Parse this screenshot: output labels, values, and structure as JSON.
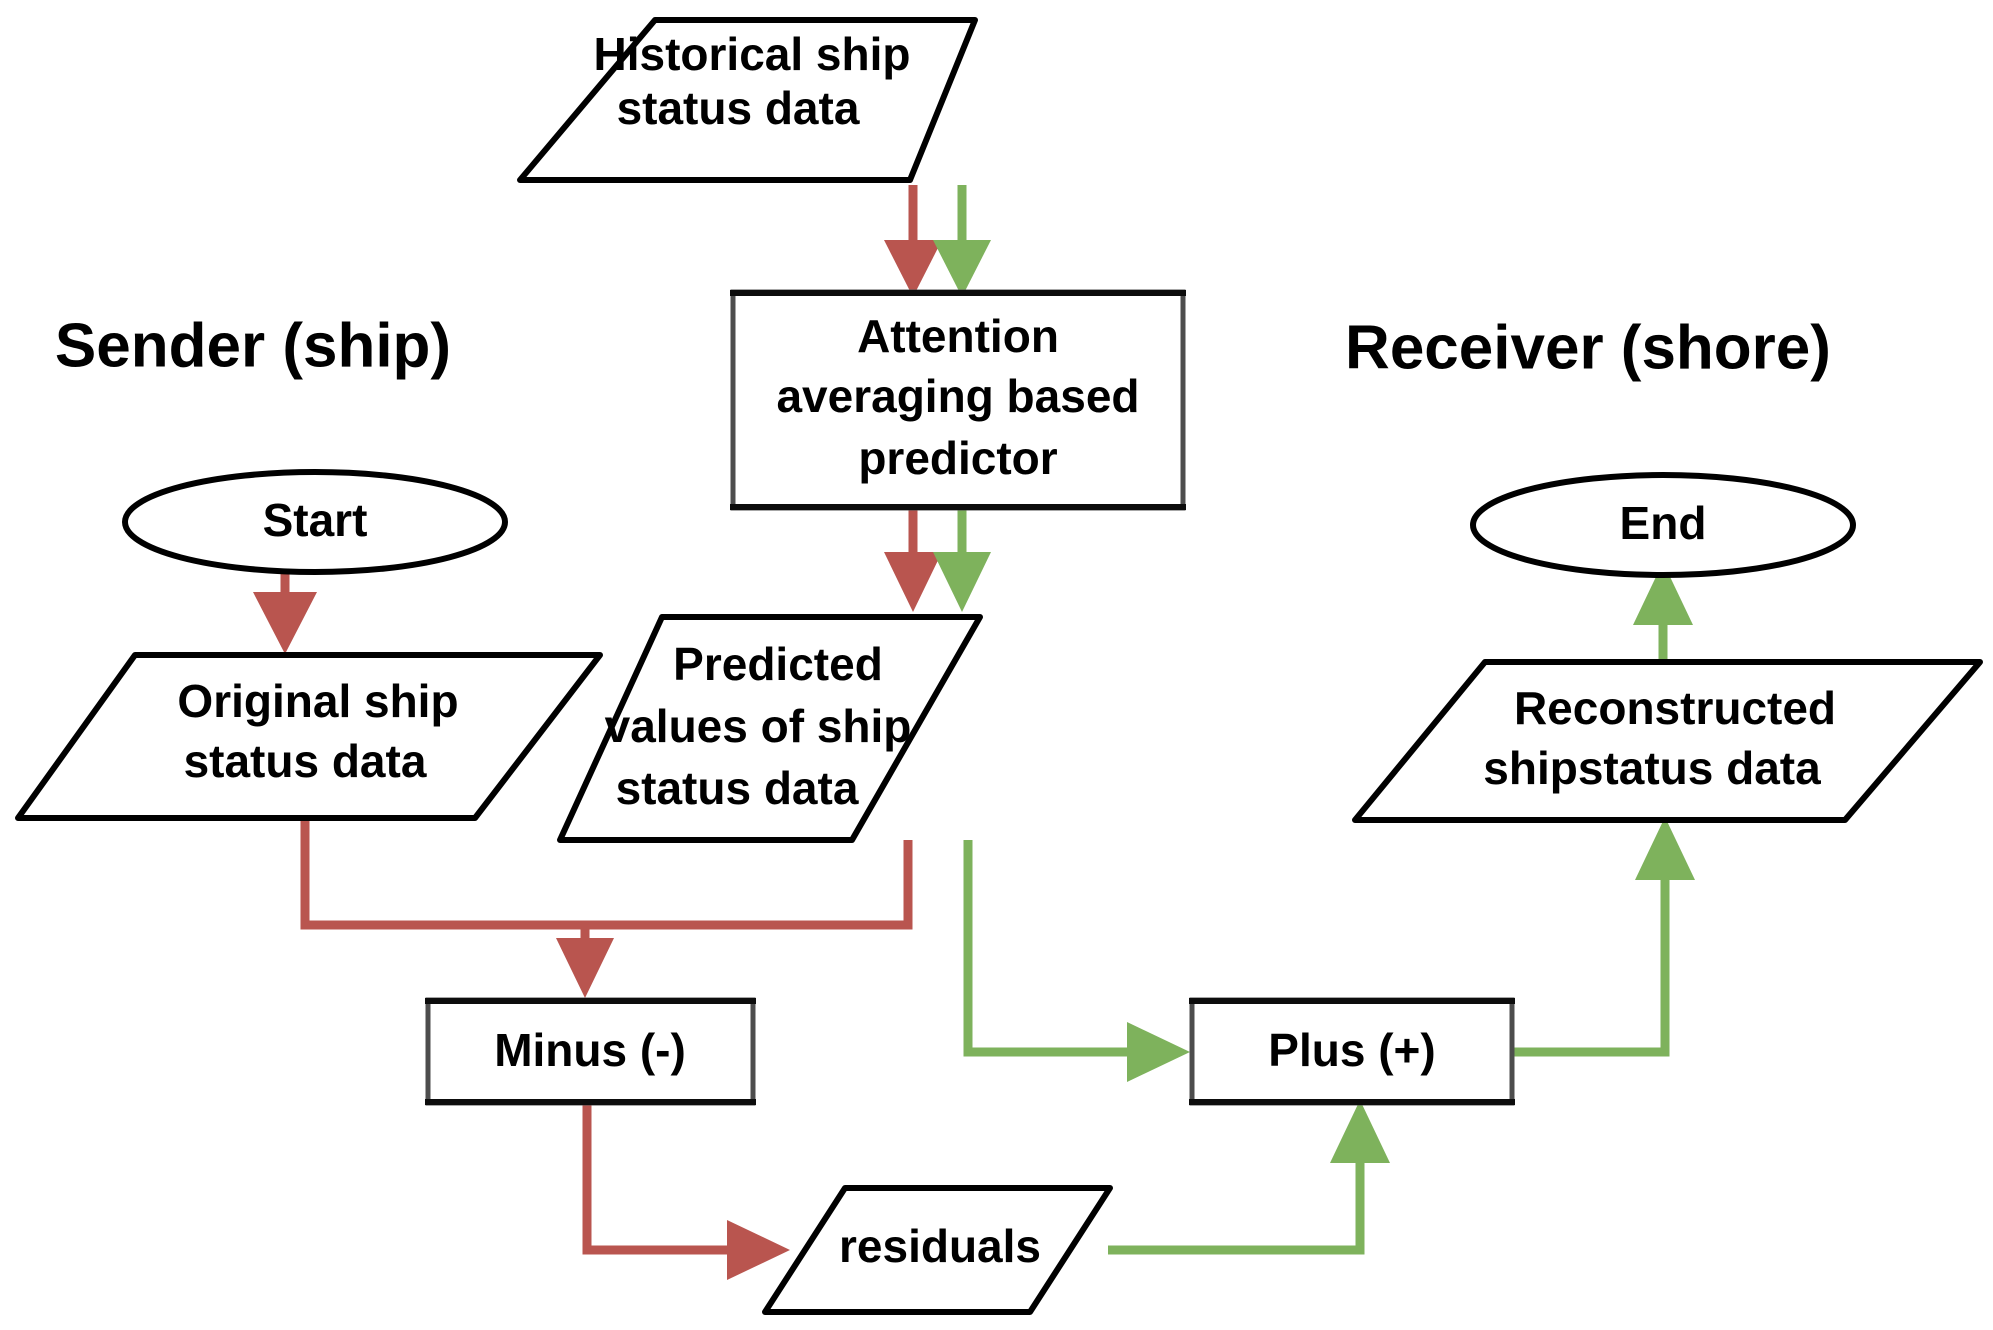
{
  "diagram": {
    "title": "Ship status data prediction and residual transmission flowchart",
    "colors": {
      "sender_flow": "#b9554f",
      "receiver_flow": "#7eb25c",
      "shape_stroke": "#000000",
      "process_stroke": "#4d4d4d",
      "background": "#ffffff"
    },
    "lanes": [
      {
        "id": "sender",
        "label": "Sender (ship)"
      },
      {
        "id": "receiver",
        "label": "Receiver (shore)"
      }
    ],
    "nodes": [
      {
        "id": "historical",
        "shape": "parallelogram",
        "label": "Historical ship\nstatus data",
        "lines": [
          "Historical ship",
          "status data"
        ]
      },
      {
        "id": "predictor",
        "shape": "process",
        "label": "Attention averaging based predictor",
        "lines": [
          "Attention",
          "averaging based",
          "predictor"
        ]
      },
      {
        "id": "start",
        "shape": "ellipse",
        "label": "Start",
        "lines": [
          "Start"
        ]
      },
      {
        "id": "end",
        "shape": "ellipse",
        "label": "End",
        "lines": [
          "End"
        ]
      },
      {
        "id": "original",
        "shape": "parallelogram",
        "label": "Original ship status data",
        "lines": [
          "Original ship",
          "status data"
        ]
      },
      {
        "id": "predicted",
        "shape": "parallelogram",
        "label": "Predicted values of ship status data",
        "lines": [
          "Predicted",
          "values of ship",
          "status data"
        ]
      },
      {
        "id": "reconstructed",
        "shape": "parallelogram",
        "label": "Reconstructed shipstatus data",
        "lines": [
          "Reconstructed",
          "shipstatus data"
        ]
      },
      {
        "id": "minus",
        "shape": "process",
        "label": "Minus (-)",
        "lines": [
          "Minus (-)"
        ]
      },
      {
        "id": "plus",
        "shape": "process",
        "label": "Plus (+)",
        "lines": [
          "Plus (+)"
        ]
      },
      {
        "id": "residuals",
        "shape": "parallelogram",
        "label": "residuals",
        "lines": [
          "residuals"
        ]
      }
    ],
    "edges": [
      {
        "id": "historical-to-predictor-red",
        "from": "historical",
        "to": "predictor",
        "color": "sender_flow"
      },
      {
        "id": "historical-to-predictor-green",
        "from": "historical",
        "to": "predictor",
        "color": "receiver_flow"
      },
      {
        "id": "predictor-to-predicted-red",
        "from": "predictor",
        "to": "predicted",
        "color": "sender_flow"
      },
      {
        "id": "predictor-to-predicted-green",
        "from": "predictor",
        "to": "predicted",
        "color": "receiver_flow"
      },
      {
        "id": "start-to-original",
        "from": "start",
        "to": "original",
        "color": "sender_flow"
      },
      {
        "id": "original-to-minus",
        "from": "original",
        "to": "minus",
        "color": "sender_flow"
      },
      {
        "id": "predicted-to-minus",
        "from": "predicted",
        "to": "minus",
        "color": "sender_flow"
      },
      {
        "id": "minus-to-residuals",
        "from": "minus",
        "to": "residuals",
        "color": "sender_flow"
      },
      {
        "id": "predicted-to-plus",
        "from": "predicted",
        "to": "plus",
        "color": "receiver_flow"
      },
      {
        "id": "residuals-to-plus",
        "from": "residuals",
        "to": "plus",
        "color": "receiver_flow"
      },
      {
        "id": "plus-to-reconstructed",
        "from": "plus",
        "to": "reconstructed",
        "color": "receiver_flow"
      },
      {
        "id": "reconstructed-to-end",
        "from": "reconstructed",
        "to": "end",
        "color": "receiver_flow"
      }
    ]
  }
}
